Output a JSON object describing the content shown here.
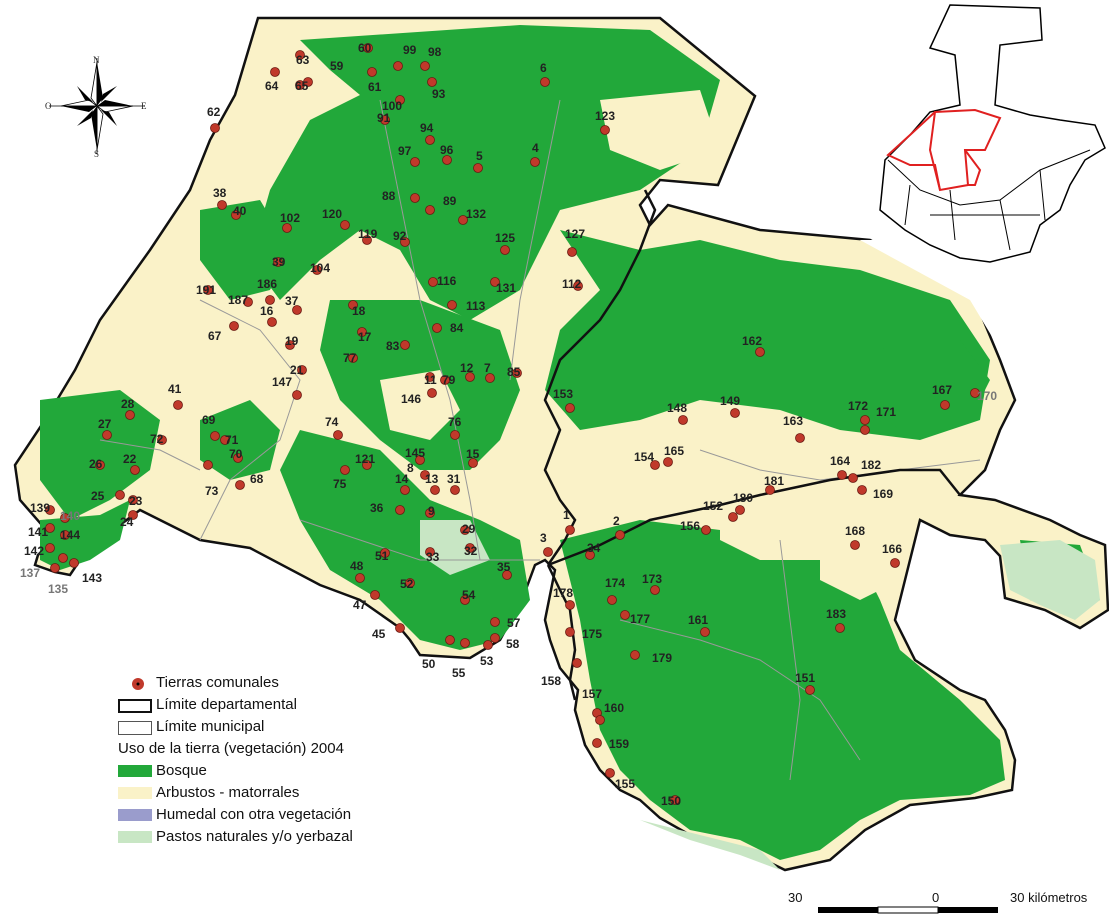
{
  "compass": {
    "n": "N",
    "s": "S",
    "e": "E",
    "w": "O"
  },
  "legend": {
    "tierras": "Tierras comunales",
    "limite_dep": "Límite departamental",
    "limite_mun": "Límite municipal",
    "uso_title": "Uso de la tierra (vegetación) 2004",
    "bosque": "Bosque",
    "arbustos": "Arbustos - matorrales",
    "humedal": "Humedal con otra vegetación",
    "pastos": "Pastos naturales y/o yerbazal"
  },
  "colors": {
    "bosque": "#22a83a",
    "arbustos": "#faf2c8",
    "humedal": "#9a9ccc",
    "pastos": "#c8e6c4",
    "point": "#c0392b",
    "border": "#111111",
    "inset_highlight": "#e02020"
  },
  "scale": {
    "left": "30",
    "center": "0",
    "right": "30 kilómetros"
  },
  "points": [
    {
      "id": "63"
    },
    {
      "id": "64"
    },
    {
      "id": "59"
    },
    {
      "id": "65"
    },
    {
      "id": "60"
    },
    {
      "id": "61"
    },
    {
      "id": "99"
    },
    {
      "id": "98"
    },
    {
      "id": "93"
    },
    {
      "id": "100"
    },
    {
      "id": "6"
    },
    {
      "id": "62"
    },
    {
      "id": "91"
    },
    {
      "id": "123"
    },
    {
      "id": "94"
    },
    {
      "id": "97"
    },
    {
      "id": "96"
    },
    {
      "id": "5"
    },
    {
      "id": "4"
    },
    {
      "id": "38"
    },
    {
      "id": "40"
    },
    {
      "id": "88"
    },
    {
      "id": "89"
    },
    {
      "id": "132"
    },
    {
      "id": "102"
    },
    {
      "id": "120"
    },
    {
      "id": "119"
    },
    {
      "id": "92"
    },
    {
      "id": "125"
    },
    {
      "id": "127"
    },
    {
      "id": "39"
    },
    {
      "id": "104"
    },
    {
      "id": "191"
    },
    {
      "id": "186"
    },
    {
      "id": "187"
    },
    {
      "id": "37"
    },
    {
      "id": "16"
    },
    {
      "id": "116"
    },
    {
      "id": "131"
    },
    {
      "id": "112"
    },
    {
      "id": "18"
    },
    {
      "id": "113"
    },
    {
      "id": "67"
    },
    {
      "id": "17"
    },
    {
      "id": "84"
    },
    {
      "id": "19"
    },
    {
      "id": "83"
    },
    {
      "id": "77"
    },
    {
      "id": "85"
    },
    {
      "id": "21"
    },
    {
      "id": "12"
    },
    {
      "id": "7"
    },
    {
      "id": "11"
    },
    {
      "id": "79"
    },
    {
      "id": "147"
    },
    {
      "id": "146"
    },
    {
      "id": "162"
    },
    {
      "id": "41"
    },
    {
      "id": "28"
    },
    {
      "id": "27"
    },
    {
      "id": "153"
    },
    {
      "id": "148"
    },
    {
      "id": "149"
    },
    {
      "id": "167"
    },
    {
      "id": "170"
    },
    {
      "id": "172"
    },
    {
      "id": "171"
    },
    {
      "id": "163"
    },
    {
      "id": "69"
    },
    {
      "id": "74"
    },
    {
      "id": "76"
    },
    {
      "id": "71"
    },
    {
      "id": "72"
    },
    {
      "id": "26"
    },
    {
      "id": "22"
    },
    {
      "id": "70"
    },
    {
      "id": "73"
    },
    {
      "id": "68"
    },
    {
      "id": "121"
    },
    {
      "id": "145"
    },
    {
      "id": "8"
    },
    {
      "id": "15"
    },
    {
      "id": "75"
    },
    {
      "id": "14"
    },
    {
      "id": "13"
    },
    {
      "id": "31"
    },
    {
      "id": "154"
    },
    {
      "id": "165"
    },
    {
      "id": "164"
    },
    {
      "id": "182"
    },
    {
      "id": "169"
    },
    {
      "id": "181"
    },
    {
      "id": "180"
    },
    {
      "id": "152"
    },
    {
      "id": "25"
    },
    {
      "id": "23"
    },
    {
      "id": "139"
    },
    {
      "id": "140"
    },
    {
      "id": "141"
    },
    {
      "id": "144"
    },
    {
      "id": "24"
    },
    {
      "id": "142"
    },
    {
      "id": "137"
    },
    {
      "id": "135"
    },
    {
      "id": "143"
    },
    {
      "id": "36"
    },
    {
      "id": "9"
    },
    {
      "id": "29"
    },
    {
      "id": "1"
    },
    {
      "id": "2"
    },
    {
      "id": "156"
    },
    {
      "id": "168"
    },
    {
      "id": "166"
    },
    {
      "id": "3"
    },
    {
      "id": "34"
    },
    {
      "id": "33"
    },
    {
      "id": "32"
    },
    {
      "id": "51"
    },
    {
      "id": "48"
    },
    {
      "id": "35"
    },
    {
      "id": "52"
    },
    {
      "id": "173"
    },
    {
      "id": "178"
    },
    {
      "id": "174"
    },
    {
      "id": "47"
    },
    {
      "id": "54"
    },
    {
      "id": "183"
    },
    {
      "id": "177"
    },
    {
      "id": "161"
    },
    {
      "id": "175"
    },
    {
      "id": "57"
    },
    {
      "id": "45"
    },
    {
      "id": "58"
    },
    {
      "id": "50"
    },
    {
      "id": "55"
    },
    {
      "id": "53"
    },
    {
      "id": "179"
    },
    {
      "id": "151"
    },
    {
      "id": "158"
    },
    {
      "id": "157"
    },
    {
      "id": "160"
    },
    {
      "id": "159"
    },
    {
      "id": "155"
    },
    {
      "id": "150"
    }
  ]
}
